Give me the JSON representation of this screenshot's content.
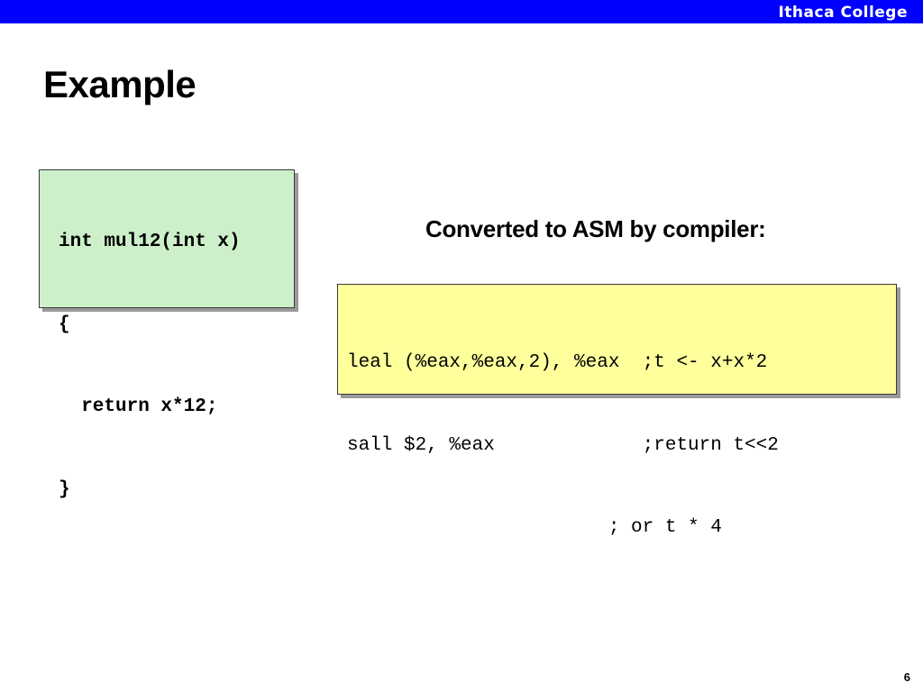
{
  "header": {
    "brand": "Ithaca College",
    "bar_color": "#0000ff"
  },
  "slide": {
    "title": "Example",
    "caption": "Converted to ASM by compiler:",
    "page_number": "6"
  },
  "c_code": {
    "background": "#cdf0cb",
    "lines": [
      "int mul12(int x)",
      "{",
      "  return x*12;",
      "}"
    ]
  },
  "asm_code": {
    "background": "#ffff9c",
    "lines": [
      "leal (%eax,%eax,2), %eax  ;t <- x+x*2",
      "sall $2, %eax             ;return t<<2",
      "                       ; or t * 4"
    ]
  }
}
